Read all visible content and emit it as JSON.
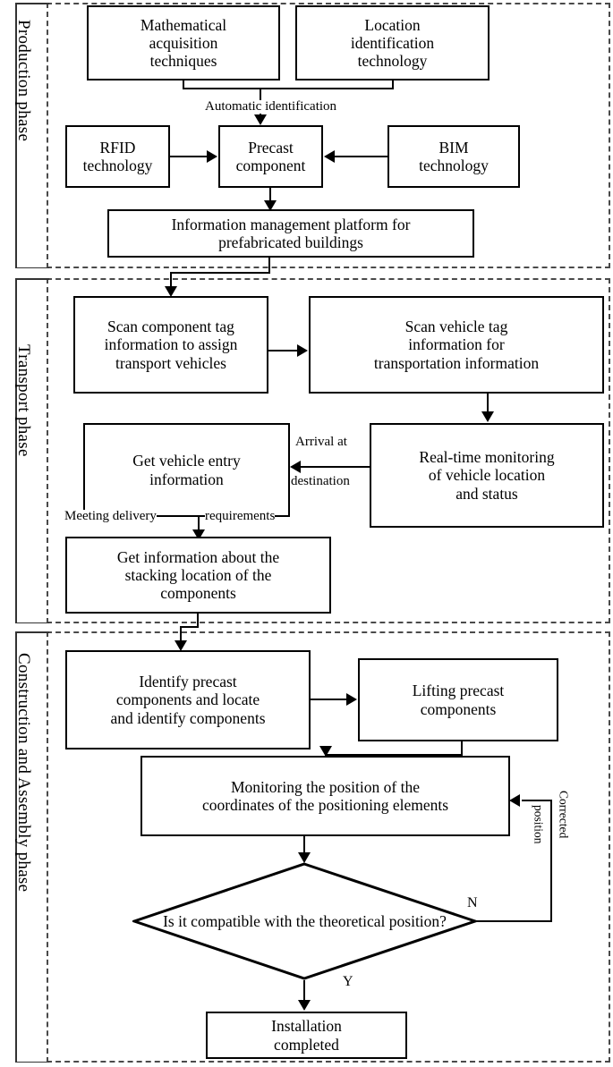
{
  "diagram": {
    "title": "Prefabricated building lifecycle flowchart",
    "phases": [
      {
        "id": "production",
        "label": "Production phase"
      },
      {
        "id": "transport",
        "label": "Transport phase"
      },
      {
        "id": "construction",
        "label": "Construction and Assembly phase"
      }
    ],
    "nodes": {
      "math_acquisition": {
        "lines": [
          "Mathematical",
          "acquisition",
          "techniques"
        ]
      },
      "location_id": {
        "lines": [
          "Location",
          "identification",
          "technology"
        ]
      },
      "rfid": {
        "lines": [
          "RFID",
          "technology"
        ]
      },
      "precast_component": {
        "lines": [
          "Precast",
          "component"
        ]
      },
      "bim": {
        "lines": [
          "BIM",
          "technology"
        ]
      },
      "info_platform": {
        "lines": [
          "Information management platform for",
          "prefabricated buildings"
        ]
      },
      "scan_component_tag": {
        "lines": [
          "Scan component tag",
          "information to assign",
          "transport vehicles"
        ]
      },
      "scan_vehicle_tag": {
        "lines": [
          "Scan vehicle tag",
          "information for",
          "transportation information"
        ]
      },
      "vehicle_entry": {
        "lines": [
          "Get vehicle entry",
          "information"
        ]
      },
      "realtime_monitoring": {
        "lines": [
          "Real-time monitoring",
          "of vehicle location",
          "and status"
        ]
      },
      "stacking_location": {
        "lines": [
          "Get information about the",
          "stacking location of the",
          "components"
        ]
      },
      "identify_precast": {
        "lines": [
          "Identify precast",
          "components and locate",
          "and identify components"
        ]
      },
      "lifting_precast": {
        "lines": [
          "Lifting precast",
          "components"
        ]
      },
      "monitor_position": {
        "lines": [
          "Monitoring the position of the",
          "coordinates of the positioning elements"
        ]
      },
      "decision_compatible": {
        "lines": [
          "Is it compatible with",
          "the theoretical position?"
        ]
      },
      "installation_done": {
        "lines": [
          "Installation",
          "completed"
        ]
      }
    },
    "edge_labels": {
      "automatic_identification": "Automatic identification",
      "arrival_at": "Arrival at",
      "destination": "destination",
      "meeting_delivery": "Meeting delivery",
      "requirements": "requirements",
      "corrected": "Corrected",
      "position": "position",
      "branch_no": "N",
      "branch_yes": "Y"
    },
    "colors": {
      "stroke": "#000000",
      "phase_border": "#4a4a4a",
      "background": "#ffffff"
    }
  }
}
